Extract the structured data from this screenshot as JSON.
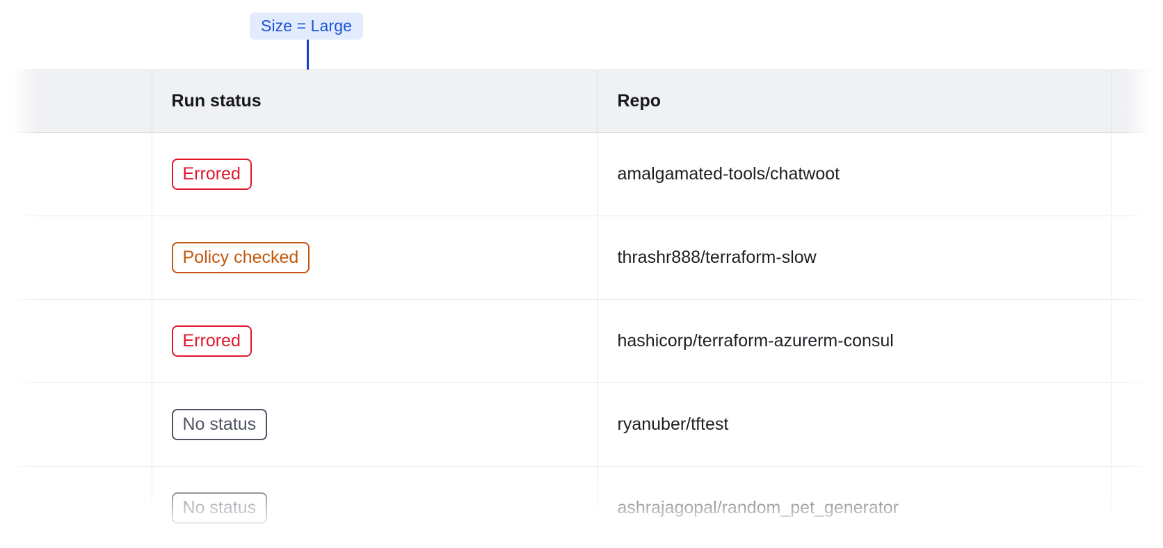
{
  "annotation": {
    "label": "Size = Large",
    "accent_color": "#1340cc",
    "background_color": "#e3ecfd",
    "text_color": "#1a53d8"
  },
  "table": {
    "columns": [
      {
        "key": "blank",
        "label": ""
      },
      {
        "key": "status",
        "label": "Run status"
      },
      {
        "key": "repo",
        "label": "Repo"
      }
    ],
    "rows": [
      {
        "status": "Errored",
        "status_variant": "errored",
        "repo": "amalgamated-tools/chatwoot"
      },
      {
        "status": "Policy checked",
        "status_variant": "policy-checked",
        "repo": "thrashr888/terraform-slow"
      },
      {
        "status": "Errored",
        "status_variant": "errored",
        "repo": "hashicorp/terraform-azurerm-consul"
      },
      {
        "status": "No status",
        "status_variant": "no-status",
        "repo": "ryanuber/tftest"
      },
      {
        "status": "No status",
        "status_variant": "no-status",
        "repo": "ashrajagopal/random_pet_generator"
      }
    ],
    "status_colors": {
      "errored": "#e0182d",
      "policy_checked": "#c2570c",
      "no_status": "#4e5362"
    },
    "header_background": "#f0f1f3",
    "border_color": "#dcdee2"
  }
}
